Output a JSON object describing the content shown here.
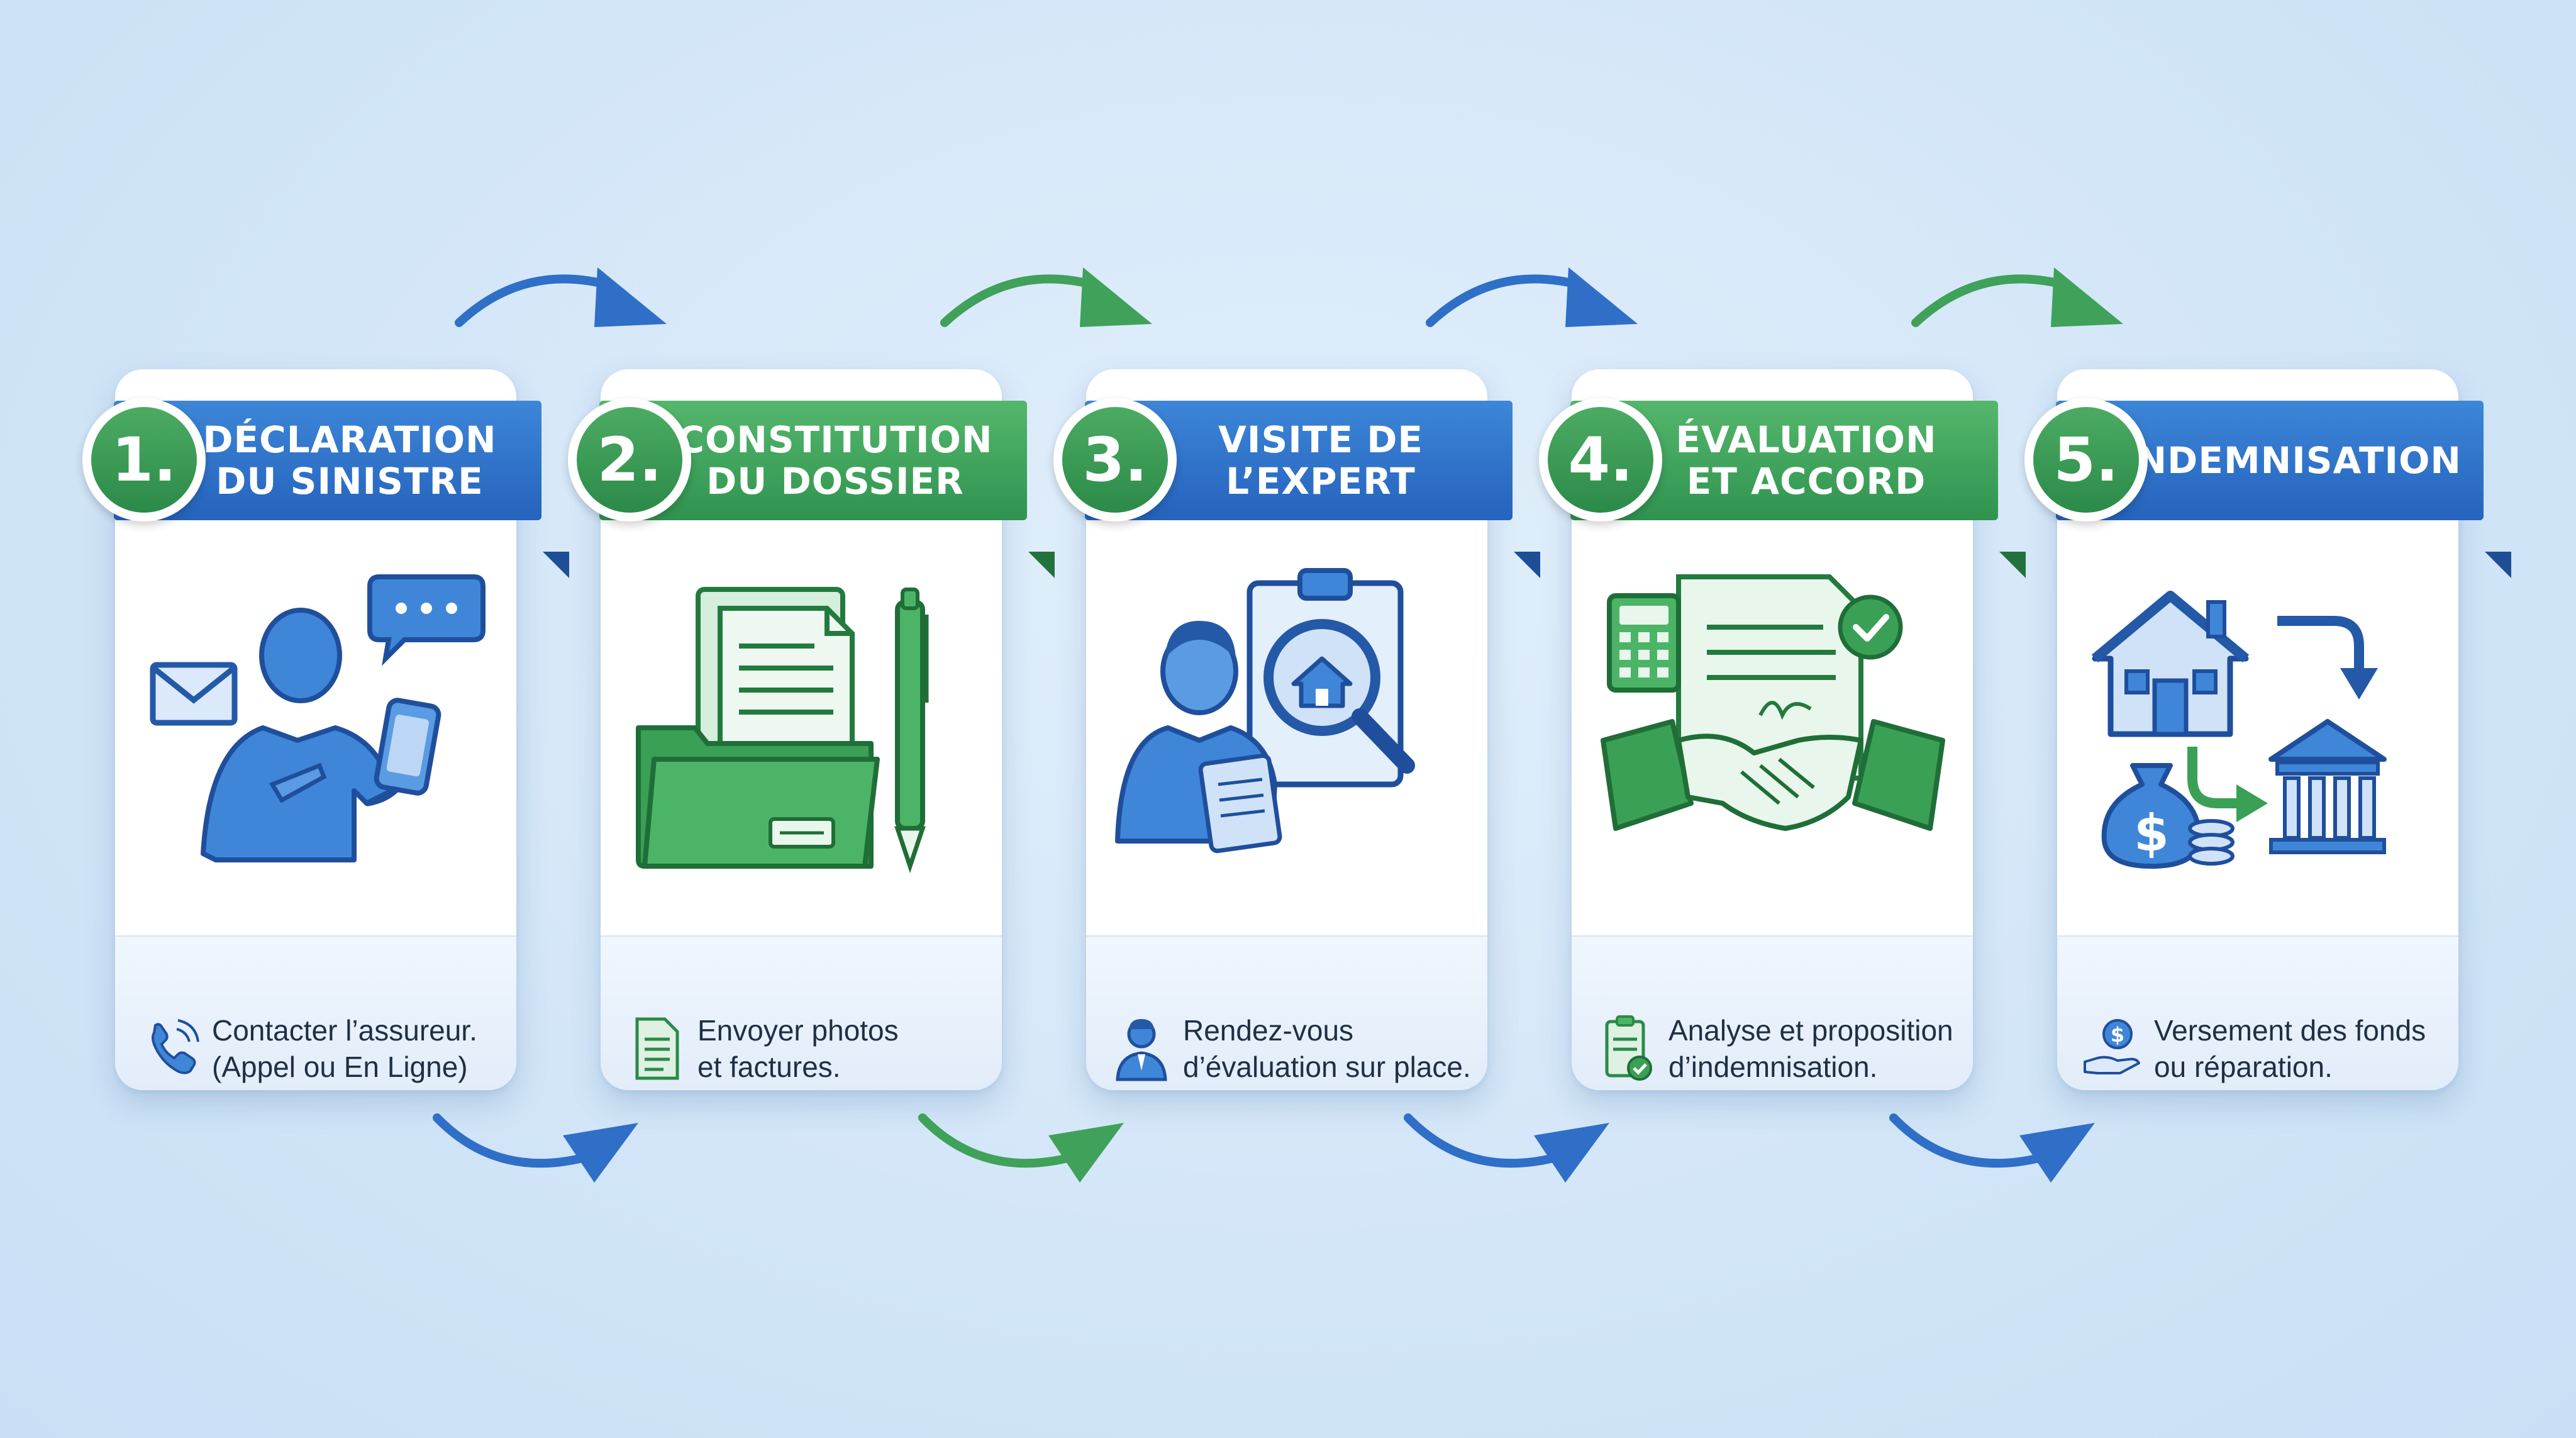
{
  "steps": [
    {
      "number": "1.",
      "title": "DÉCLARATION\nDU SINISTRE",
      "color": "#2f6fc7",
      "illustration": "person-phone-message-icon",
      "small_icon": "phone-icon",
      "description": "Contacter l’assureur.\n(Appel ou En Ligne)"
    },
    {
      "number": "2.",
      "title": "CONSTITUTION\nDU DOSSIER",
      "color": "#3fa15a",
      "illustration": "folder-documents-pen-icon",
      "small_icon": "document-icon",
      "description": "Envoyer photos\net factures."
    },
    {
      "number": "3.",
      "title": "VISITE DE\nL’EXPERT",
      "color": "#2f6fc7",
      "illustration": "expert-clipboard-magnifier-icon",
      "small_icon": "expert-icon",
      "description": "Rendez-vous\nd’évaluation sur place."
    },
    {
      "number": "4.",
      "title": "ÉVALUATION\nET ACCORD",
      "color": "#3fa15a",
      "illustration": "contract-handshake-calculator-icon",
      "small_icon": "checklist-icon",
      "description": "Analyse et proposition\nd’indemnisation."
    },
    {
      "number": "5.",
      "title": "INDEMNISATION",
      "color": "#2f6fc7",
      "illustration": "house-money-bank-icon",
      "small_icon": "payment-hand-icon",
      "description": "Versement des fonds\nou réparation."
    }
  ],
  "colors": {
    "blue": "#2f6fc7",
    "green": "#3fa15a",
    "navy": "#1d4e96",
    "background": "#d6e8f9"
  }
}
